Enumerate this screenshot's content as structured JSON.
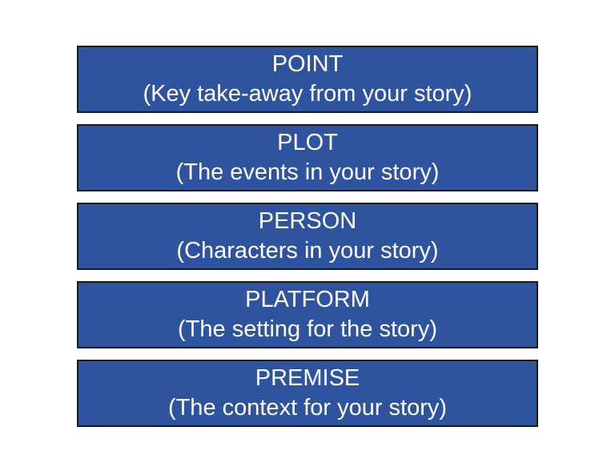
{
  "blocks": [
    {
      "title": "POINT",
      "subtitle": "(Key take-away from your story)"
    },
    {
      "title": "PLOT",
      "subtitle": "(The events in your story)"
    },
    {
      "title": "PERSON",
      "subtitle": "(Characters in your story)"
    },
    {
      "title": "PLATFORM",
      "subtitle": "(The setting for the story)"
    },
    {
      "title": "PREMISE",
      "subtitle": "(The context for your story)"
    }
  ],
  "colors": {
    "block_fill": "#2e539f",
    "block_border": "#1a1a1a",
    "text": "#ffffff",
    "background": "#ffffff"
  }
}
